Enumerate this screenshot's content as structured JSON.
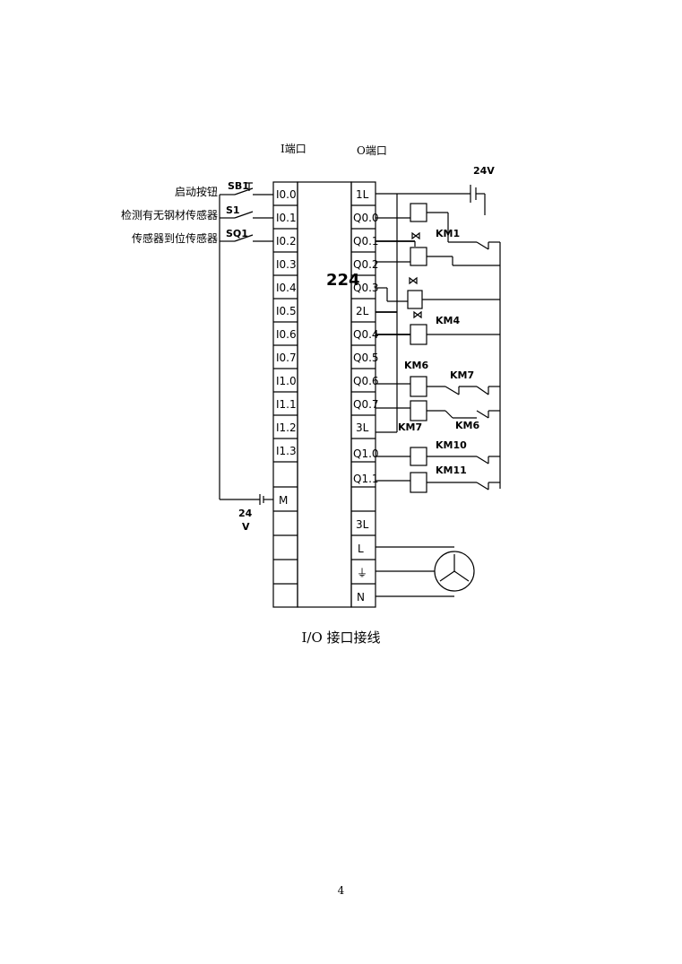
{
  "header": {
    "i_port_label": "I端口",
    "o_port_label": "O端口"
  },
  "plc": {
    "model": "224",
    "inputs": [
      "I0.0",
      "I0.1",
      "I0.2",
      "I0.3",
      "I0.4",
      "I0.5",
      "I0.6",
      "I0.7",
      "I1.0",
      "I1.1",
      "I1.2",
      "I1.3"
    ],
    "input_common": "M",
    "outputs": [
      "1L",
      "Q0.0",
      "Q0.1",
      "Q0.2",
      "Q0.3",
      "2L",
      "Q0.4",
      "Q0.5",
      "Q0.6",
      "Q0.7",
      "3L",
      "Q1.0",
      "Q1.1"
    ],
    "power_terminals": [
      "3L",
      "L",
      "⏚",
      "N"
    ]
  },
  "input_devices": [
    {
      "label": "启动按钮",
      "device": "SB1"
    },
    {
      "label": "检测有无钢材传感器",
      "device": "S1"
    },
    {
      "label": "传感器到位传感器",
      "device": "SQ1"
    }
  ],
  "supplies": {
    "output_supply": "24V",
    "input_supply_top": "24",
    "input_supply_bottom": "V"
  },
  "coils": [
    "KM1",
    "KM4",
    "KM6",
    "KM7",
    "KM7",
    "KM6",
    "KM10",
    "KM11"
  ],
  "caption": "I/O  接口接线",
  "page_number": "4"
}
